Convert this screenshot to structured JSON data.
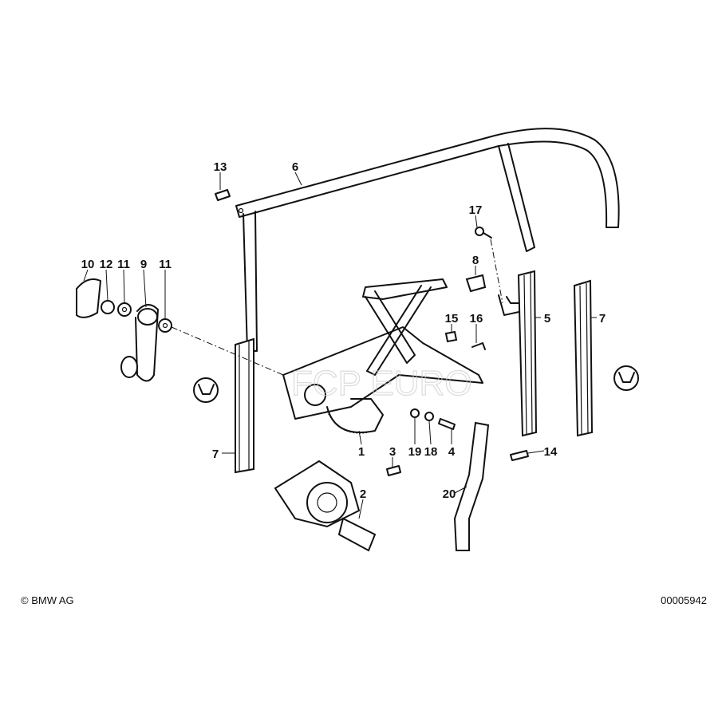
{
  "diagram": {
    "callouts": [
      "13",
      "6",
      "17",
      "8",
      "10",
      "12",
      "11",
      "9",
      "11",
      "15",
      "16",
      "5",
      "7",
      "1",
      "3",
      "19",
      "18",
      "4",
      "14",
      "7",
      "2",
      "20"
    ],
    "watermark": "FCP EURO"
  },
  "footer": {
    "copyright": "© BMW AG",
    "diagram_number": "00005942"
  }
}
